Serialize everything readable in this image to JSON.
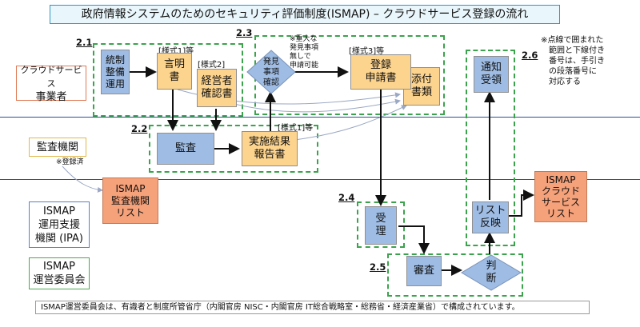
{
  "title": "政府情報システムのためのセキュリティ評価制度(ISMAP) – クラウドサービス登録の流れ",
  "actors": {
    "csp": [
      "クラウドサービス",
      "事業者"
    ],
    "auditor": [
      "監査機関"
    ],
    "ipa": [
      "ISMAP",
      "運用支援",
      "機関 (IPA)"
    ],
    "committee": [
      "ISMAP",
      "運営委員会"
    ]
  },
  "steps": {
    "s21": "2.1",
    "s22": "2.2",
    "s23": "2.3",
    "s24": "2.4",
    "s25": "2.5",
    "s26": "2.6"
  },
  "forms": {
    "f1a": "[様式1]等",
    "f2": "[様式2]",
    "f1b": "[様式1]等",
    "f3": "[様式3]等"
  },
  "nodes": {
    "unified": [
      "統制",
      "整備",
      "運用"
    ],
    "statement": [
      "言明",
      "書"
    ],
    "mgmt": [
      "経営者",
      "確認書"
    ],
    "audit": [
      "監査"
    ],
    "report": [
      "実施結果",
      "報告書"
    ],
    "findings": [
      "発見",
      "事項",
      "確認"
    ],
    "app": [
      "登録",
      "申請書"
    ],
    "attach": [
      "添付",
      "書類"
    ],
    "auditlist": [
      "ISMAP",
      "監査機関",
      "リスト"
    ],
    "receive": [
      "受",
      "理"
    ],
    "review": [
      "審査"
    ],
    "judge": [
      "判",
      "断"
    ],
    "listpub": [
      "リスト",
      "反映"
    ],
    "notify": [
      "通知",
      "受領"
    ],
    "cloudlist": [
      "ISMAP",
      "クラウド",
      "サービス",
      "リスト"
    ]
  },
  "notes": {
    "findings_note": [
      "※重大な",
      "発見事項",
      "無しで",
      "申請可能"
    ],
    "registered": "※登録済",
    "right_note": [
      "※点線で囲まれた",
      "範囲と下線付き",
      "番号は、手引き",
      "の段落番号に",
      "対応する"
    ]
  },
  "footer": "ISMAP運営委員会は、有識者と制度所管省庁（内閣官房 NISC・内閣官房 IT総合戦略室・総務省・経済産業省）で構成されています。",
  "colors": {
    "process_blue": "#9fbde4",
    "document_yellow": "#fdd48e",
    "list_salmon": "#f5a17a",
    "dashed_green": "#3ba34b",
    "lane_line": "#2f4f9a"
  }
}
